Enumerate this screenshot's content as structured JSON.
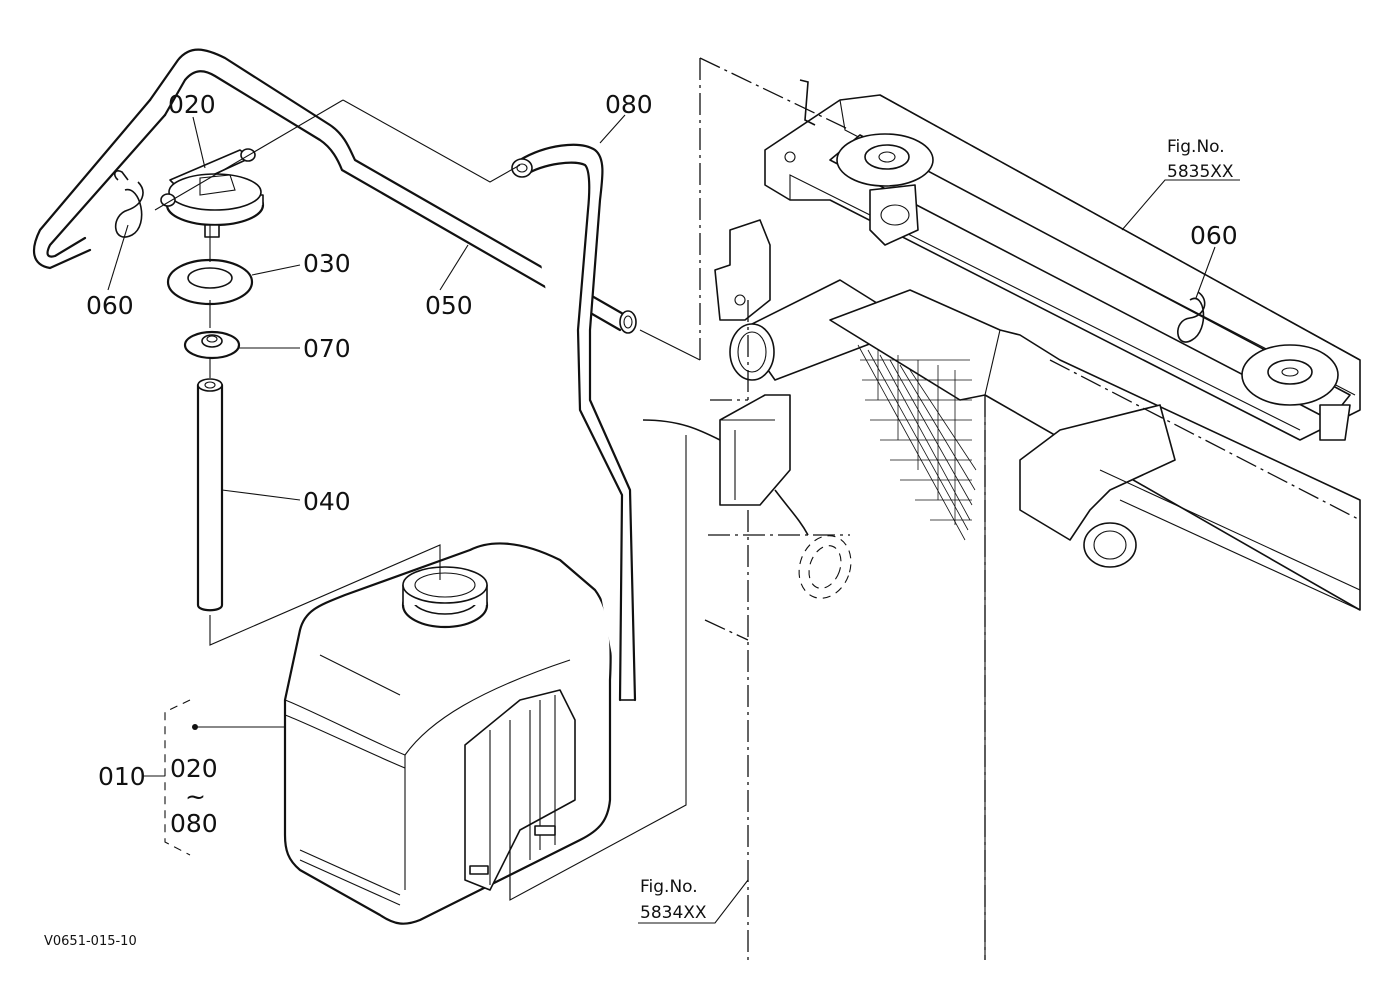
{
  "callouts": {
    "c010": "010",
    "c020_top": "020",
    "c030": "030",
    "c040": "040",
    "c050": "050",
    "c060_left": "060",
    "c060_right": "060",
    "c070": "070",
    "c080_top": "080",
    "range_from": "020",
    "range_sep": "~",
    "range_to": "080"
  },
  "figure_refs": {
    "ref_a_label": "Fig.No.",
    "ref_a_number": "5835XX",
    "ref_b_label": "Fig.No.",
    "ref_b_number": "5834XX"
  },
  "drawing_code": "V0651-015-10"
}
